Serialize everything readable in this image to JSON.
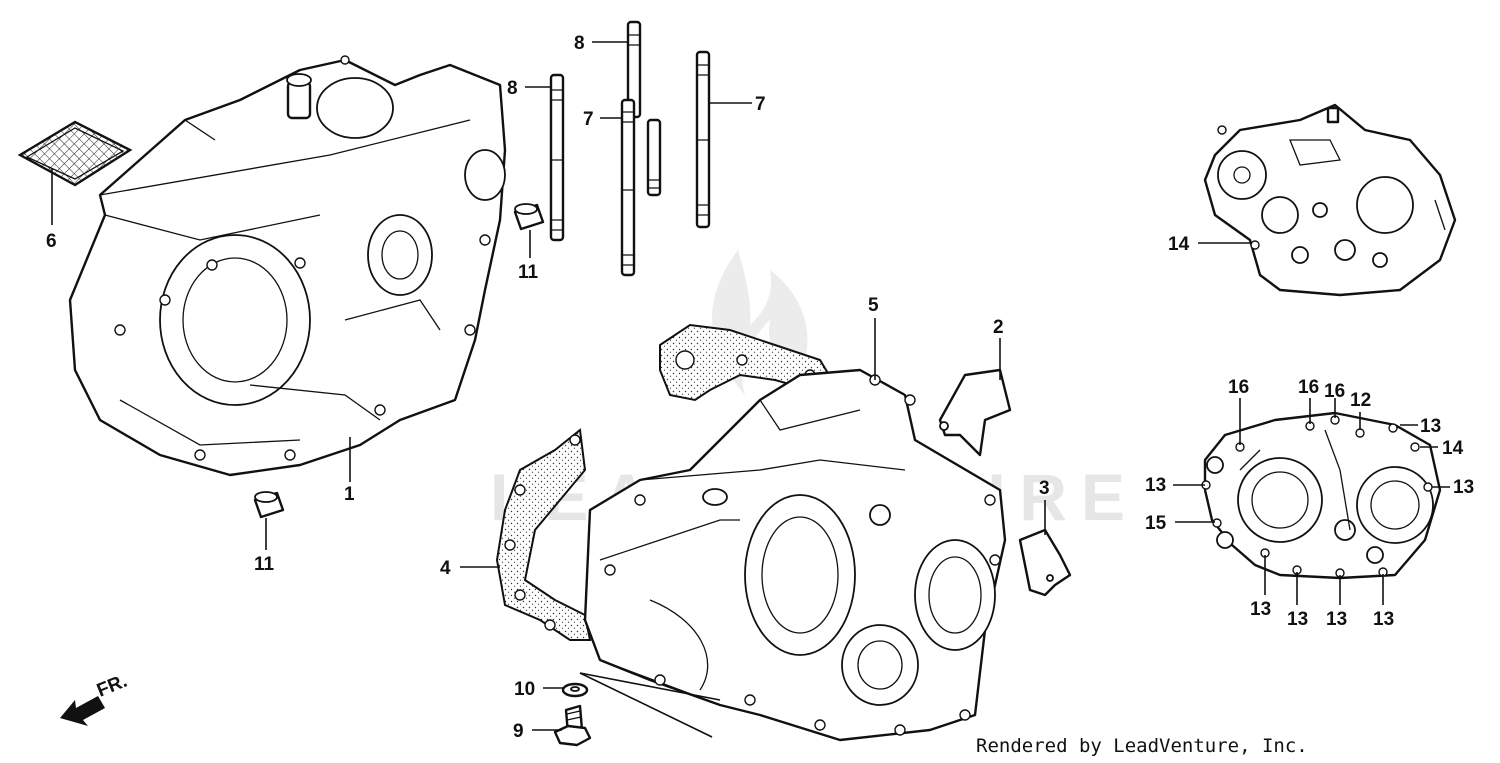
{
  "credit": "Rendered by LeadVenture, Inc.",
  "watermark": "LEADVENTURE",
  "front_arrow_label": "FR.",
  "callouts": {
    "c1": "1",
    "c2": "2",
    "c3": "3",
    "c4": "4",
    "c5": "5",
    "c6": "6",
    "c7a": "7",
    "c7b": "7",
    "c8a": "8",
    "c8b": "8",
    "c9": "9",
    "c10": "10",
    "c11a": "11",
    "c11b": "11",
    "c12": "12",
    "c13a": "13",
    "c13b": "13",
    "c13c": "13",
    "c13d": "13",
    "c13e": "13",
    "c13f": "13",
    "c13g": "13",
    "c14a": "14",
    "c14b": "14",
    "c15": "15",
    "c16a": "16",
    "c16b": "16",
    "c16c": "16"
  }
}
